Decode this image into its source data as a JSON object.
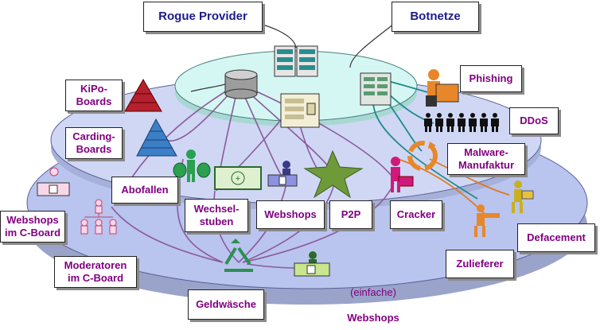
{
  "labels": {
    "rogue_provider": "Rogue Provider",
    "botnetze": "Botnetze",
    "phishing": "Phishing",
    "ddos": "DDoS",
    "malware": "Malware-\nManufaktur",
    "kipo": "KiPo-\nBoards",
    "carding": "Carding-\nBoards",
    "abofallen": "Abofallen",
    "webshops_cboard": "Webshops\nim C-Board",
    "moderatoren": "Moderatoren\nim C-Board",
    "wechselstuben": "Wechsel-\nstuben",
    "webshops": "Webshops",
    "p2p": "P2P",
    "cracker": "Cracker",
    "defacement": "Defacement",
    "zulieferer": "Zulieferer",
    "einfache_prefix": "(einfache)",
    "einfache_webshops": "Webshops",
    "geldwaesche": "Geldwäsche"
  },
  "colors": {
    "outer_disc": "#b9c4ef",
    "middle_disc": "#cfd7f5",
    "inner_disc": "#d4f7f3",
    "purple_text": "#800080",
    "blue_text": "#1c1c8c",
    "connector_purple": "#8b5a9a",
    "connector_teal": "#1f8a8a",
    "connector_orange": "#e07a1f"
  }
}
